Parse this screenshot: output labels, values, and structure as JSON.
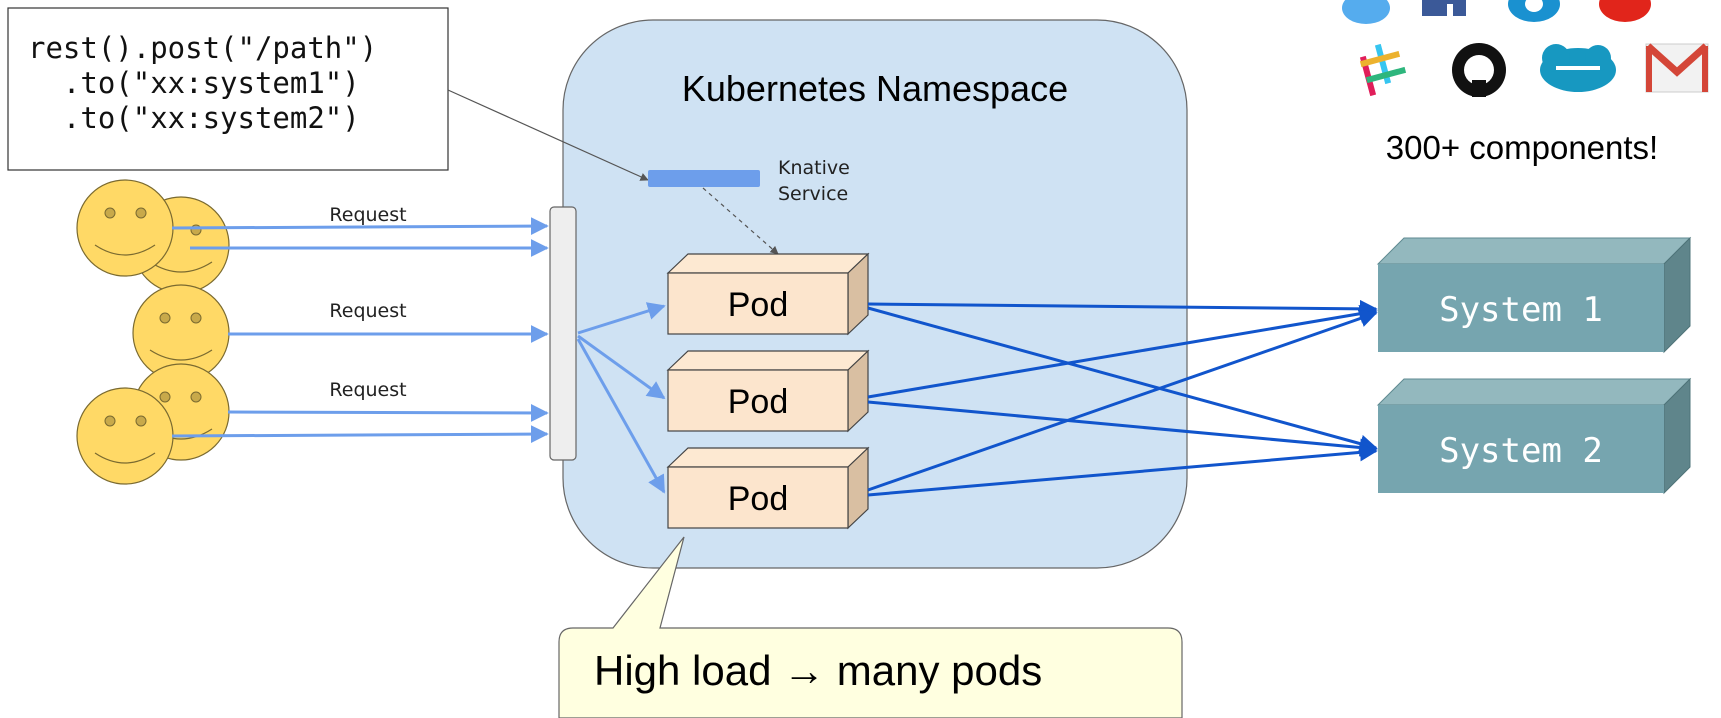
{
  "code_snippet": {
    "lines": [
      "rest().post(\"/path\")",
      "  .to(\"xx:system1\")",
      "  .to(\"xx:system2\")"
    ]
  },
  "namespace": {
    "title": "Kubernetes Namespace"
  },
  "knative_service": {
    "lines": [
      "Knative",
      "Service"
    ]
  },
  "requests": [
    "Request",
    "Request",
    "Request"
  ],
  "pods": [
    "Pod",
    "Pod",
    "Pod"
  ],
  "systems": [
    "System 1",
    "System 2"
  ],
  "components": {
    "caption": "300+ components!",
    "icons": [
      "twitter-icon",
      "facebook-icon",
      "blue-round-icon",
      "red-round-icon",
      "slack-icon",
      "github-icon",
      "salesforce-icon",
      "gmail-icon"
    ]
  },
  "callout": {
    "text": "High load → many pods"
  },
  "colors": {
    "namespace_fill": "#cfe2f3",
    "arrow_light": "#6d9eeb",
    "arrow_dark": "#1155cc",
    "pod_fill": "#fce5cd",
    "system_fill": "#76a5af",
    "smiley_fill": "#ffd966",
    "callout_fill": "#ffffe0"
  }
}
